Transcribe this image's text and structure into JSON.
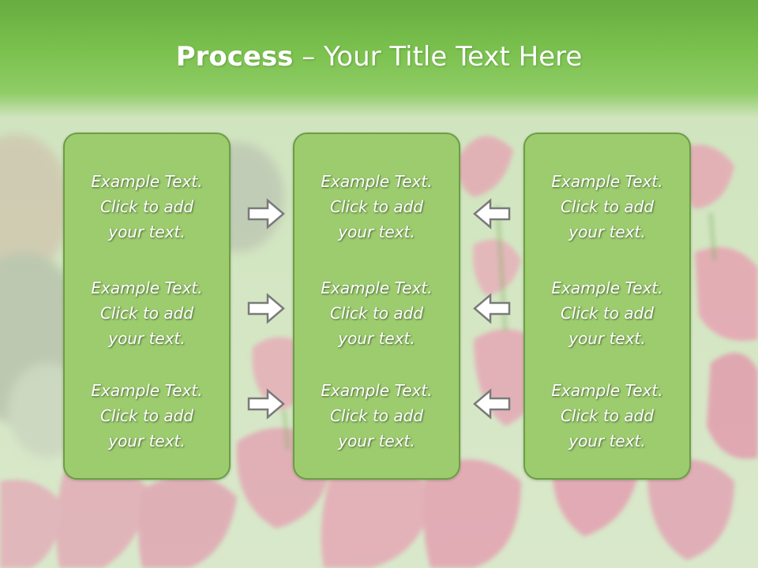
{
  "slide": {
    "title_bold": "Process",
    "title_rest": " – Your Title Text Here"
  },
  "columns": [
    {
      "items": [
        {
          "line1": "Example Text.",
          "line2": "Click  to add",
          "line3": "your text."
        },
        {
          "line1": "Example Text.",
          "line2": "Click  to add",
          "line3": "your text."
        },
        {
          "line1": "Example Text.",
          "line2": "Click  to add",
          "line3": "your text."
        }
      ]
    },
    {
      "items": [
        {
          "line1": "Example Text.",
          "line2": "Click  to add",
          "line3": "your text."
        },
        {
          "line1": "Example Text.",
          "line2": "Click  to add",
          "line3": "your text."
        },
        {
          "line1": "Example Text.",
          "line2": "Click  to add",
          "line3": "your text."
        }
      ]
    },
    {
      "items": [
        {
          "line1": "Example Text.",
          "line2": "Click  to add",
          "line3": "your text."
        },
        {
          "line1": "Example Text.",
          "line2": "Click  to add",
          "line3": "your text."
        },
        {
          "line1": "Example Text.",
          "line2": "Click  to add",
          "line3": "your text."
        }
      ]
    }
  ],
  "icons": {
    "left_arrows": "right-arrow-icon",
    "right_arrows": "left-arrow-icon"
  },
  "colors": {
    "header_green": "#7cc24f",
    "box_fill": "#9ccc6e",
    "box_border": "#6c9e45",
    "arrow_fill": "#ffffff",
    "arrow_stroke": "#7a7a7a"
  }
}
